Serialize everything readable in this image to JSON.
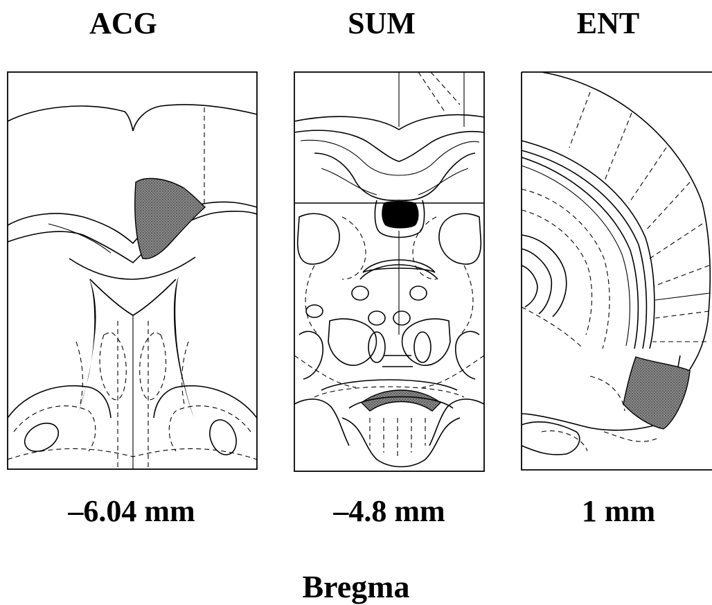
{
  "panels": [
    {
      "title": "ACG",
      "coordinate": "–6.04 mm"
    },
    {
      "title": "SUM",
      "coordinate": "–4.8 mm"
    },
    {
      "title": "ENT",
      "coordinate": "1 mm"
    }
  ],
  "footer": "Bregma",
  "colors": {
    "lesion_fill": "#777777",
    "ventricle_fill": "#000000",
    "background": "#ffffff"
  }
}
